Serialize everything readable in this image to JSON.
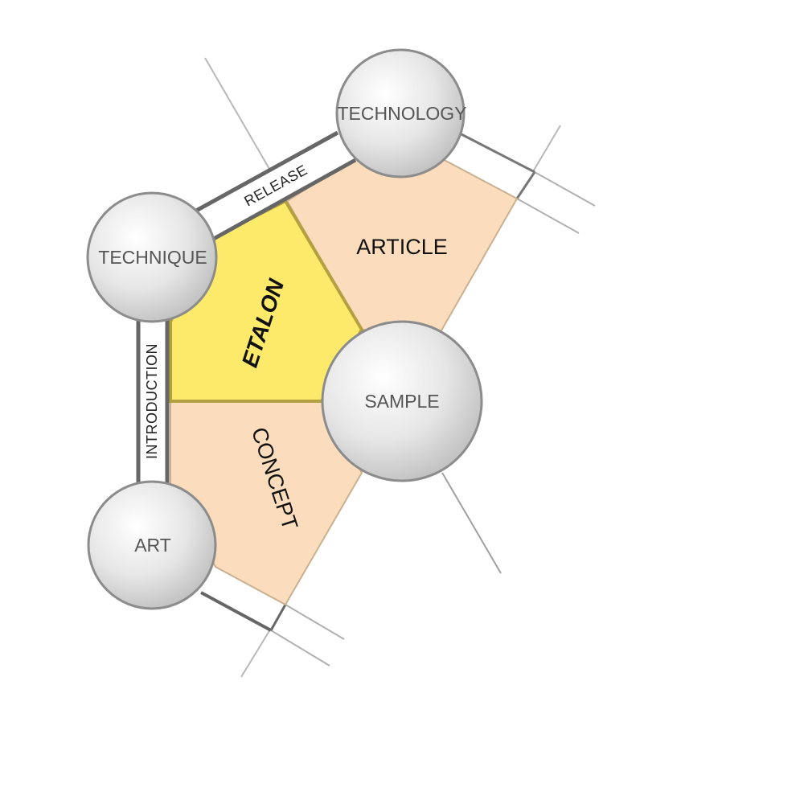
{
  "nodes": {
    "technology": "TECHNOLOGY",
    "technique": "TECHNIQUE",
    "sample": "SAMPLE",
    "art": "ART"
  },
  "regions": {
    "etalon": "ETALON",
    "article": "ARTICLE",
    "concept": "CONCEPT"
  },
  "edges": {
    "release": "RELEASE",
    "introduction": "INTRODUCTION"
  },
  "colors": {
    "etalon_fill": "#fde96a",
    "etalon_stroke": "#b3a040",
    "region_fill": "#fbdcbc",
    "region_stroke": "#c8b090",
    "node_light": "#ffffff",
    "node_dark": "#c9c9c9",
    "node_stroke": "#8c8c8c",
    "band_stroke": "#666666",
    "ray_color": "#9a9a9a"
  }
}
